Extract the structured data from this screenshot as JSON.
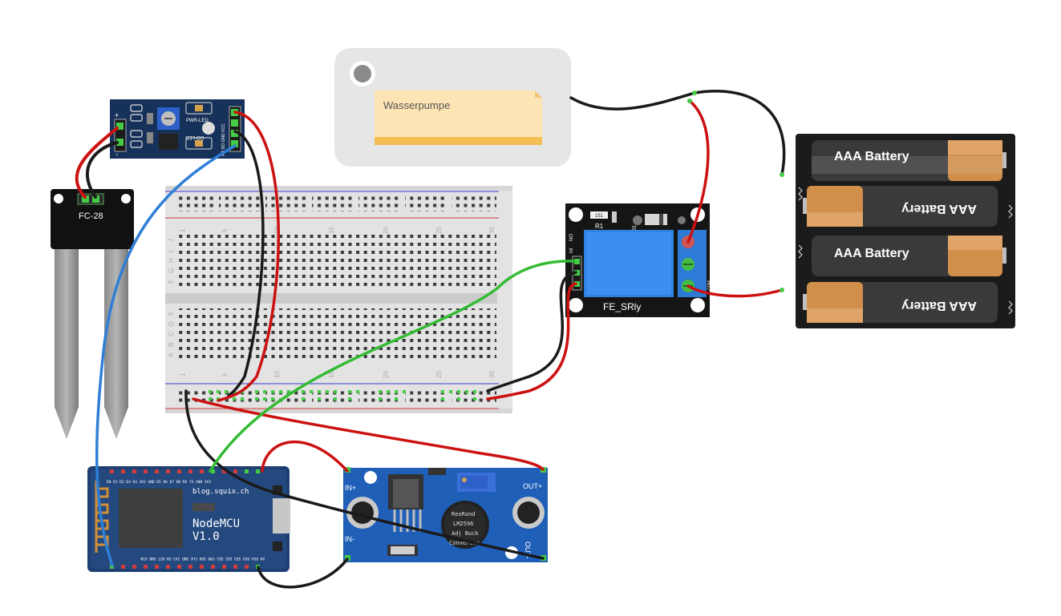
{
  "pump": {
    "label": "Wasserpumpe"
  },
  "moisture_probe": {
    "label": "FC-28"
  },
  "sensor_module": {
    "pwr_led": "PWR-LED",
    "do_led": "DO-LED",
    "pins_label": "AO DO GND VCC",
    "plus": "+",
    "minus": "-"
  },
  "relay": {
    "label": "FE_SRly",
    "r1": "R1",
    "r1_code": "151",
    "d1": "D1",
    "no": "NO",
    "com": "COM",
    "in": "IN",
    "ioi": "Iol"
  },
  "batteries": [
    {
      "label": "AAA Battery"
    },
    {
      "label": "AAA Battery"
    },
    {
      "label": "AAA Battery"
    },
    {
      "label": "AAA Battery"
    }
  ],
  "nodemcu": {
    "url": "blog.squix.ch",
    "name_line1": "NodeMCU",
    "name_line2": "V1.0",
    "top_pins": "D0 D1 D2 D3 D4 3V3 GND D5 D6 D7 D8 RX TX GND 3V3",
    "bottom_pins": "A0 RSV RSV SD3 SD2 SD1 CMD SD0 CLK GND 3V3 EN RST GND VIN"
  },
  "buck": {
    "in_plus": "IN+",
    "in_minus": "IN-",
    "out_plus": "OUT+",
    "out_minus": "OUT-",
    "chip_text": [
      "ReoRand",
      "LM2596",
      "Adj Buck",
      "Converter"
    ]
  },
  "breadboard": {
    "col_numbers_top": [
      "1",
      "5",
      "10",
      "15",
      "20",
      "25",
      "30"
    ],
    "col_numbers_bottom": [
      "1",
      "5",
      "10",
      "15",
      "20",
      "25",
      "30"
    ],
    "row_letters_top": [
      "J",
      "I",
      "H",
      "G",
      "F"
    ],
    "row_letters_bottom": [
      "E",
      "D",
      "C",
      "B",
      "A"
    ]
  },
  "colors": {
    "wire_red": "#cc1111",
    "wire_black": "#1a1a1a",
    "wire_green": "#33bb33",
    "wire_blue": "#2f7fd6",
    "pcb_dark_blue": "#17325a",
    "pcb_blue": "#1f5fb8",
    "board_dark": "#1b1b1b",
    "note_yellow": "#fde4b4",
    "battery_copper": "#d08f4a"
  }
}
